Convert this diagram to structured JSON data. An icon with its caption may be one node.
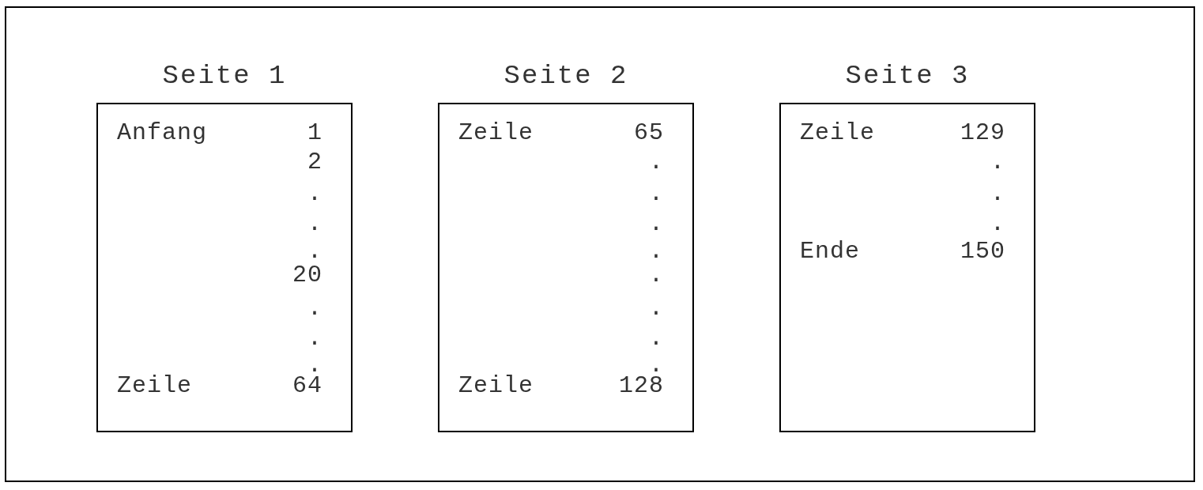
{
  "diagram": {
    "nodes": [
      {
        "text": [
          "Seite 1",
          "Anfang",
          "1",
          "2",
          ".",
          ".",
          ".",
          "20",
          ".",
          ".",
          ".",
          "Zeile",
          "64"
        ]
      },
      {
        "text": [
          "Seite 2",
          "Zeile",
          "65",
          ".",
          ".",
          ".",
          ".",
          ".",
          ".",
          ".",
          ".",
          "Zeile",
          "128"
        ]
      },
      {
        "text": [
          "Seite 3",
          "Zeile",
          "129",
          ".",
          ".",
          ".",
          "Ende",
          "150"
        ]
      }
    ],
    "edges": []
  }
}
